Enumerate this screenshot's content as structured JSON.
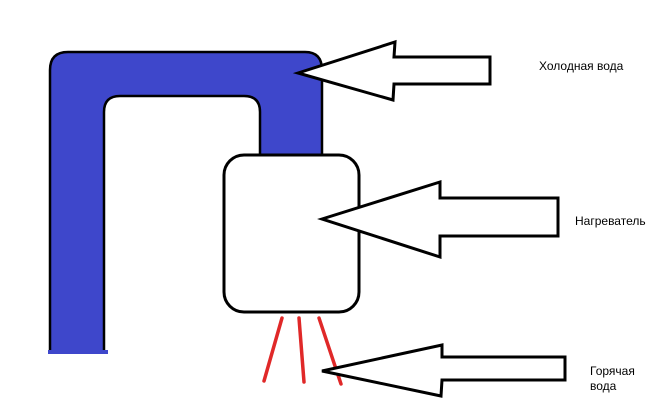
{
  "labels": {
    "cold_water": "Холодная вода",
    "heater": "Нагреватель",
    "hot_water": "Горячая вода"
  },
  "colors": {
    "pipe_fill": "#3e47cb",
    "outline": "#000000",
    "hot_stream": "#e02828",
    "background": "#ffffff"
  }
}
